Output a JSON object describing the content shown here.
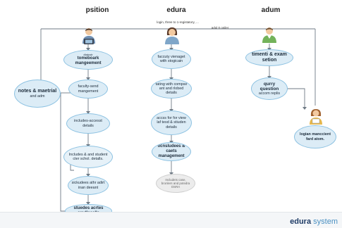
{
  "columns": [
    "psition",
    "edura",
    "adum"
  ],
  "notes": {
    "top": "login, three to 1-registatory, ...",
    "right": "adul 0 oniler"
  },
  "nodes": {
    "left_1_small": "dtatustr",
    "left_1": "tomeboark mangeement",
    "left_2": "faculty-send mangement",
    "left_3": "includes-accesst details",
    "left_4": "Includes & and student cter schol. detalls.",
    "left_5": "sickudees athr adirt inan deeant",
    "left_6": "stuedes acrtes credlscalls",
    "side": "notes & maetrial",
    "side_sub": "and adm",
    "mid_1": "faccuty vienaget with stogicain",
    "mid_2": "tating with compse ant and rlobed details",
    "mid_3": "accss for for view laf tesd & stiuden details",
    "mid_4": "ticnsludees & caets management",
    "mid_5": "Includets case, bronlers and potedra OSRA",
    "right_1": "timenti & exam setion",
    "right_2": "qurry question",
    "right_2_sub": "accom replis",
    "right_3": "logian manccient fard atom."
  },
  "footer": {
    "brand_bold": "edura",
    "brand_light": "system"
  },
  "colors": {
    "node_fill": "#dcecf6",
    "node_border": "#8dc2e2",
    "line": "#6f7a85",
    "brand": "#1e3b66",
    "brand_light": "#4a90c2"
  },
  "icons": [
    "person-laptop-icon",
    "person-woman-icon",
    "person-green-icon",
    "person-reader-icon"
  ]
}
